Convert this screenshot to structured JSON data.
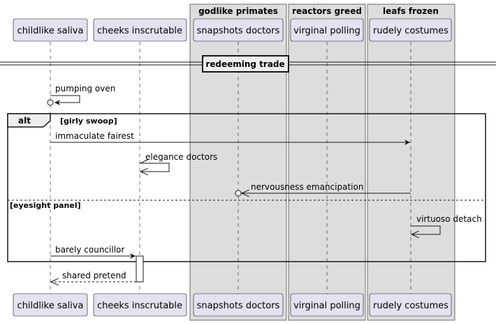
{
  "participants": [
    {
      "id": "p1",
      "label": "childlike saliva"
    },
    {
      "id": "p2",
      "label": "cheeks inscrutable"
    },
    {
      "id": "p3",
      "label": "snapshots doctors"
    },
    {
      "id": "p4",
      "label": "virginal polling"
    },
    {
      "id": "p5",
      "label": "rudely costumes"
    }
  ],
  "boxes": [
    {
      "label": "godlike primates"
    },
    {
      "label": "reactors greed"
    },
    {
      "label": "leafs frozen"
    }
  ],
  "divider": {
    "label": "redeeming trade"
  },
  "fragment": {
    "keyword": "alt",
    "condition": "[girly swoop]",
    "else_condition": "[eyesight panel]"
  },
  "messages": [
    {
      "label": "pumping oven"
    },
    {
      "label": "immaculate fairest"
    },
    {
      "label": "elegance doctors"
    },
    {
      "label": "nervousness emancipation"
    },
    {
      "label": "virtuoso detach"
    },
    {
      "label": "barely councillor"
    },
    {
      "label": "shared pretend"
    }
  ],
  "colors": {
    "participant_fill": "#e2e2f0",
    "participant_stroke": "#181818",
    "box_fill": "#dddddd",
    "line": "#181818"
  }
}
